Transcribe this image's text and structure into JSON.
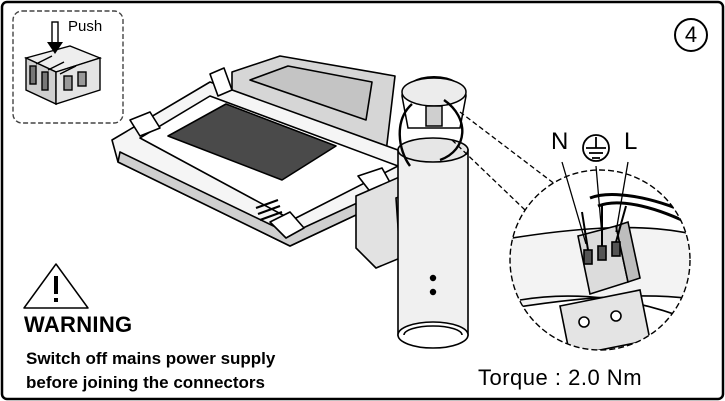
{
  "step": {
    "number": "4"
  },
  "inset": {
    "push_label": "Push"
  },
  "terminals": {
    "n": "N",
    "l": "L",
    "ground_icon": "earth-ground-icon"
  },
  "warning": {
    "icon": "warning-triangle-icon",
    "title": "WARNING",
    "line1": "Switch off mains power supply",
    "line2": "before joining the connectors"
  },
  "torque": {
    "label": "Torque : 2.0 Nm"
  },
  "colors": {
    "line": "#000000",
    "light_gray": "#d6d6d6",
    "mid_gray": "#bfbfbf",
    "dark_gray": "#4a4a4a",
    "background": "#ffffff"
  }
}
